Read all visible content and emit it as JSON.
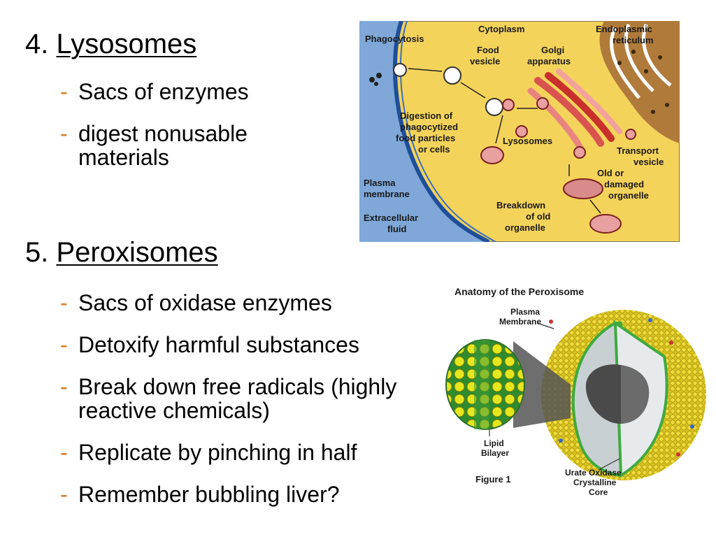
{
  "section1": {
    "number": "4.",
    "title": "Lysosomes",
    "bullet_marker": "-",
    "bullets": [
      "Sacs of enzymes",
      "digest nonusable materials"
    ]
  },
  "section2": {
    "number": "5.",
    "title": "Peroxisomes",
    "bullet_marker": "-",
    "bullets": [
      "Sacs of oxidase enzymes",
      "Detoxify harmful substances",
      "Break down free radicals (highly reactive chemicals)",
      "Replicate by pinching in half",
      "Remember bubbling liver?"
    ]
  },
  "lysosome_figure": {
    "labels": {
      "phagocytosis": "Phagocytosis",
      "cytoplasm": "Cytoplasm",
      "er_line1": "Endoplasmic",
      "er_line2": "reticulum",
      "food_line1": "Food",
      "food_line2": "vesicle",
      "golgi_line1": "Golgi",
      "golgi_line2": "apparatus",
      "digest_line1": "Digestion of",
      "digest_line2": "phagocytized",
      "digest_line3": "food particles",
      "digest_line4": "or cells",
      "lysosomes": "Lysosomes",
      "transport_line1": "Transport",
      "transport_line2": "vesicle",
      "old_line1": "Old or",
      "old_line2": "damaged",
      "old_line3": "organelle",
      "plasma_line1": "Plasma",
      "plasma_line2": "membrane",
      "breakdown_line1": "Breakdown",
      "breakdown_line2": "of old",
      "breakdown_line3": "organelle",
      "extra_line1": "Extracellular",
      "extra_line2": "fluid"
    }
  },
  "peroxisome_figure": {
    "title": "Anatomy of the Peroxisome",
    "plasma_line1": "Plasma",
    "plasma_line2": "Membrane",
    "lipid_line1": "Lipid",
    "lipid_line2": "Bilayer",
    "caption": "Figure 1",
    "urate_line1": "Urate Oxidase",
    "urate_line2": "Crystalline",
    "urate_line3": "Core"
  }
}
